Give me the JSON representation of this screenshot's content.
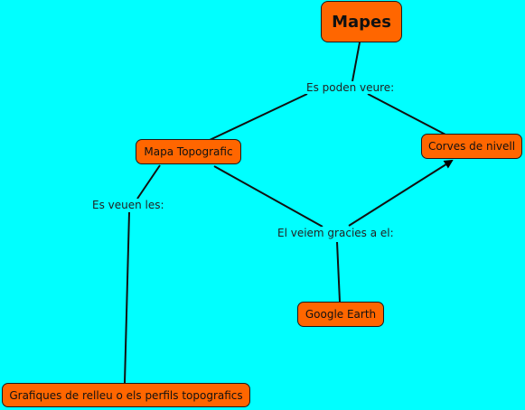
{
  "diagram": {
    "background": "#00FFFF",
    "node_fill": "#FF6600",
    "nodes": [
      {
        "id": "mapes",
        "label": "Mapes"
      },
      {
        "id": "mapa-topografic",
        "label": "Mapa Topografic"
      },
      {
        "id": "corves-de-nivell",
        "label": "Corves de nivell"
      },
      {
        "id": "google-earth",
        "label": "Google Earth"
      },
      {
        "id": "grafiques",
        "label": "Grafiques de relleu o els perfils topografics"
      }
    ],
    "linking_phrases": [
      {
        "id": "es-poden-veure",
        "label": "Es poden veure:"
      },
      {
        "id": "es-veuen-les",
        "label": "Es veuen les:"
      },
      {
        "id": "el-veiem",
        "label": "El veiem gracies a el:"
      }
    ],
    "connections": [
      {
        "from": "mapes",
        "to": "es-poden-veure"
      },
      {
        "from": "es-poden-veure",
        "to": "mapa-topografic"
      },
      {
        "from": "es-poden-veure",
        "to": "corves-de-nivell"
      },
      {
        "from": "mapa-topografic",
        "to": "es-veuen-les"
      },
      {
        "from": "es-veuen-les",
        "to": "grafiques"
      },
      {
        "from": "mapa-topografic",
        "to": "el-veiem"
      },
      {
        "from": "el-veiem",
        "to": "corves-de-nivell",
        "arrow": true
      },
      {
        "from": "el-veiem",
        "to": "google-earth"
      }
    ]
  }
}
